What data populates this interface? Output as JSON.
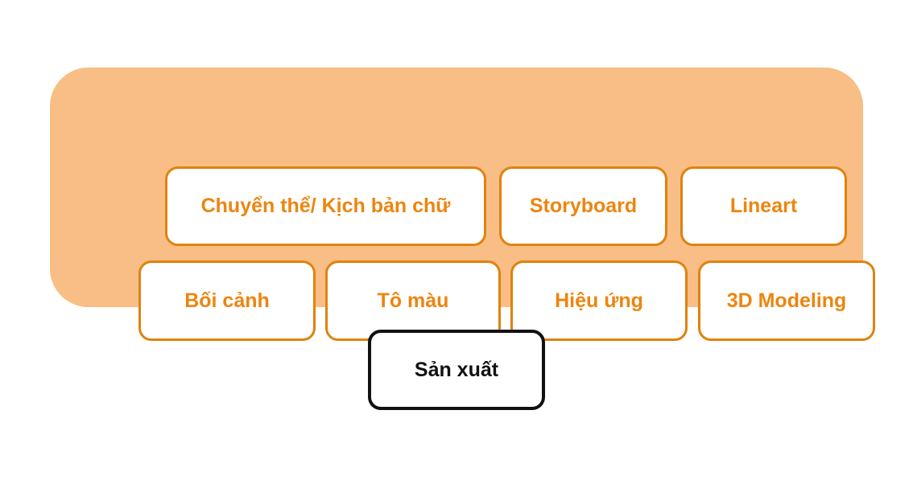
{
  "diagram": {
    "type": "workflow-diagram",
    "stages": {
      "row1": [
        "Chuyển thể/ Kịch bản chữ",
        "Storyboard",
        "Lineart"
      ],
      "row2": [
        "Bối cảnh",
        "Tô màu",
        "Hiệu ứng",
        "3D Modeling"
      ]
    },
    "production": {
      "label": "Sản xuất"
    },
    "colors": {
      "group_background": "#F8BE85",
      "stage_border": "#E0820F",
      "stage_text": "#ED850F",
      "stage_background": "#FFFFFF",
      "production_border": "#111111",
      "production_text": "#111111",
      "page_background": "#FFFFFF"
    }
  }
}
